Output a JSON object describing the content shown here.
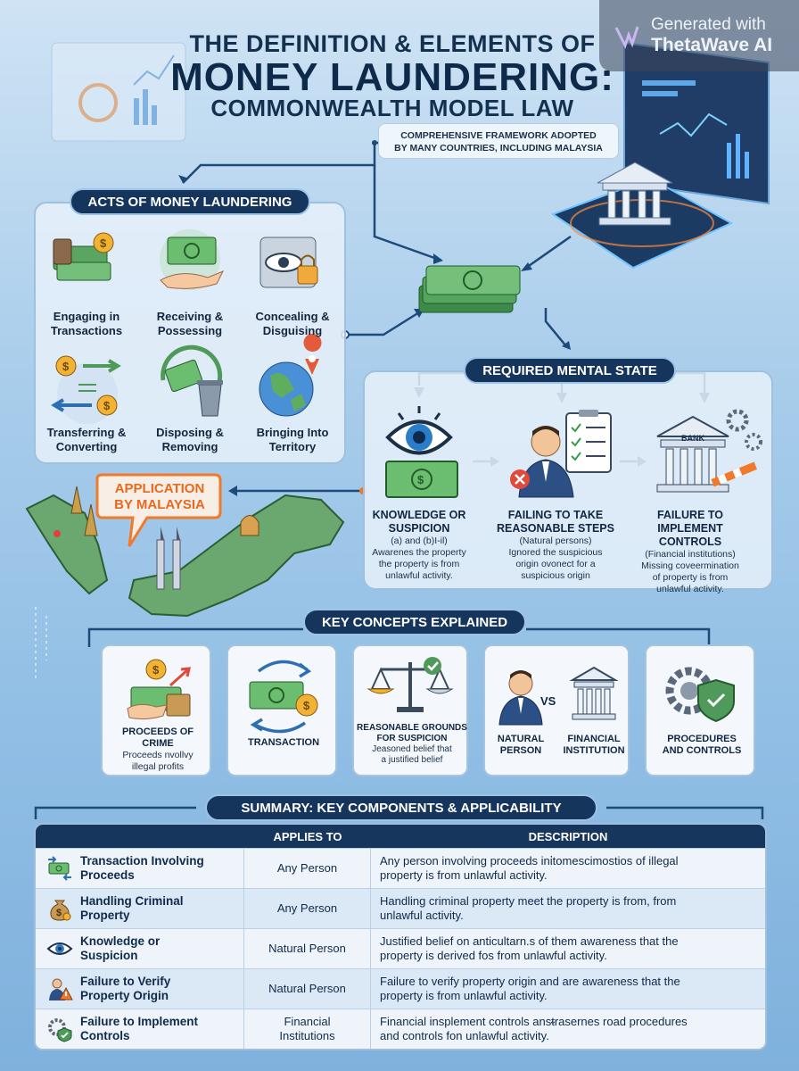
{
  "watermark": {
    "line1": "Generated with",
    "line2": "ThetaWave AI"
  },
  "title": {
    "line1": "THE DEFINITION & ELEMENTS OF",
    "line2": "MONEY LAUNDERING:",
    "line3": "COMMONWEALTH MODEL LAW"
  },
  "callout": {
    "line1": "COMPREHENSIVE FRAMEWORK ADOPTED",
    "line2": "BY MANY COUNTRIES, INCLUDING MALAYSIA"
  },
  "acts": {
    "heading": "ACTS OF MONEY LAUNDERING",
    "items": [
      {
        "l1": "Engaging in",
        "l2": "Transactions",
        "icon": "cash-bag-icon"
      },
      {
        "l1": "Receiving &",
        "l2": "Possessing",
        "icon": "hand-cash-icon"
      },
      {
        "l1": "Concealing &",
        "l2": "Disguising",
        "icon": "eye-lock-icon"
      },
      {
        "l1": "Transferring &",
        "l2": "Converting",
        "icon": "transfer-coins-icon"
      },
      {
        "l1": "Disposing &",
        "l2": "Removing",
        "icon": "bin-cash-icon"
      },
      {
        "l1": "Bringing Into",
        "l2": "Territory",
        "icon": "globe-pin-icon"
      }
    ]
  },
  "application": {
    "line1": "APPLICATION",
    "line2": "BY MALAYSIA"
  },
  "mental": {
    "heading": "REQUIRED MENTAL STATE",
    "items": [
      {
        "t1": "KNOWLEDGE OR",
        "t2": "SUSPICION",
        "s1": "(a) and (b)I-il)",
        "s2": "Awarenes the property",
        "s3": "the property is from",
        "s4": "unlawful activity."
      },
      {
        "t1": "FAILING TO TAKE",
        "t2": "REASONABLE STEPS",
        "s1": "(Natural persons)",
        "s2": "Ignored the suspicious",
        "s3": "origin ovonect for a",
        "s4": "suspicious origin"
      },
      {
        "t1": "FAILURE TO",
        "t2": "IMPLEMENT CONTROLS",
        "s1": "(Financial institutions)",
        "s2": "Missing coveermination",
        "s3": "of property is from",
        "s4": "unlawful activity."
      }
    ],
    "bank_sign": "BANK"
  },
  "concepts": {
    "heading": "KEY CONCEPTS EXPLAINED",
    "c1": {
      "t1": "PROCEEDS OF",
      "t2": "CRIME",
      "s1": "Proceeds nvollvy",
      "s2": "illegal profits"
    },
    "c2": {
      "t1": "TRANSACTION"
    },
    "c3": {
      "t1": "REASONABLE GROUNDS",
      "t2": "FOR SUSPICION",
      "s1": "Jeasoned belief that",
      "s2": "a justified belief"
    },
    "c4": {
      "a1": "NATURAL",
      "a2": "PERSON",
      "vs": "VS",
      "b1": "FINANCIAL",
      "b2": "INSTITUTION"
    },
    "c5": {
      "t1": "PROCEDURES",
      "t2": "AND CONTROLS"
    }
  },
  "summary": {
    "heading": "SUMMARY: KEY COMPONENTS & APPLICABILITY",
    "headers": [
      "",
      "APPLIES TO",
      "DESCRIPTION"
    ],
    "rows": [
      {
        "n1": "Transaction Involving",
        "n2": "Proceeds",
        "a1": "Any Person",
        "a2": "",
        "d1": "Any person involving proceeds inἰtomescimostios of illegal",
        "d2": "property is from unlawful activity.",
        "icon": "cash-transfer-icon"
      },
      {
        "n1": "Handling Criminal",
        "n2": "Property",
        "a1": "Any Person",
        "a2": "",
        "d1": "Handling criminal property meet the property is from, from",
        "d2": "unlawful activity.",
        "icon": "money-bag-icon"
      },
      {
        "n1": "Knowledge or",
        "n2": "Suspicion",
        "a1": "Natural Person",
        "a2": "",
        "d1": "Justified belief on anticultarn.s of them awareness that the",
        "d2": "property is derived fos from unlawful activity.",
        "icon": "eye-icon"
      },
      {
        "n1": "Failure to Verify",
        "n2": "Property Origin",
        "a1": "Natural Person",
        "a2": "",
        "d1": "Failure to verify property origin and are awareness that the",
        "d2": "property is from unlawful activity.",
        "icon": "person-warning-icon"
      },
      {
        "n1": "Failure to Implement",
        "n2": "Controls",
        "a1": "Financial",
        "a2": "Institutions",
        "d1": "Financial insplement controls ansᵵrasernes road procedures",
        "d2": "and controls fon unlawful activity.",
        "icon": "gear-shield-icon"
      }
    ]
  },
  "colors": {
    "navy": "#16355c",
    "orange": "#f07a2a",
    "green": "#4f9a5a",
    "bg": "#a9cdeb"
  }
}
